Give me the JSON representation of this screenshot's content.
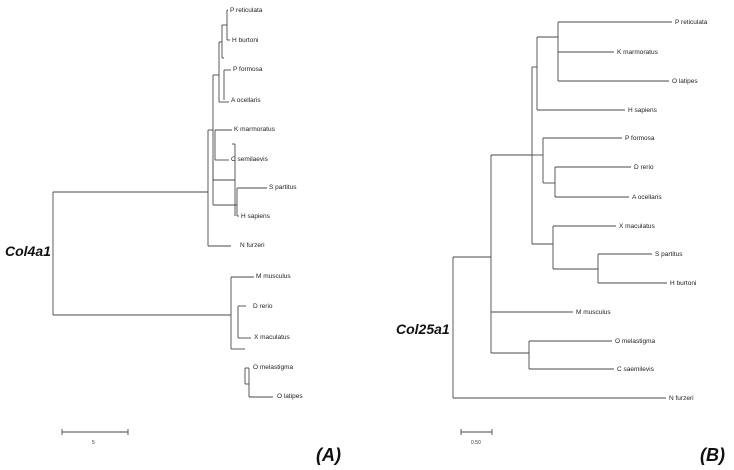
{
  "panel_a": {
    "gene_label": "Col4a1",
    "panel_label": "(A)",
    "scale_label": "5",
    "leaves": [
      "P reticulata",
      "H burtoni",
      "P formosa",
      "A ocellaris",
      "K marmoratus",
      "C semilaevis",
      "S partitus",
      "H sapiens",
      "N furzeri",
      "M musculus",
      "D rerio",
      "X maculatus",
      "O melastigma",
      "O latipes"
    ]
  },
  "panel_b": {
    "gene_label": "Col25a1",
    "panel_label": "(B)",
    "scale_label": "0.50",
    "leaves": [
      "P reticulata",
      "K marmoratus",
      "O latipes",
      "H sapiens",
      "P formosa",
      "D rerio",
      "A ocellaris",
      "X maculatus",
      "S partitus",
      "H burtoni",
      "M musculus",
      "O melastigma",
      "C saemilevis",
      "N furzeri"
    ]
  },
  "colors": {
    "branch": "#4a4a4a",
    "text": "#222222"
  }
}
